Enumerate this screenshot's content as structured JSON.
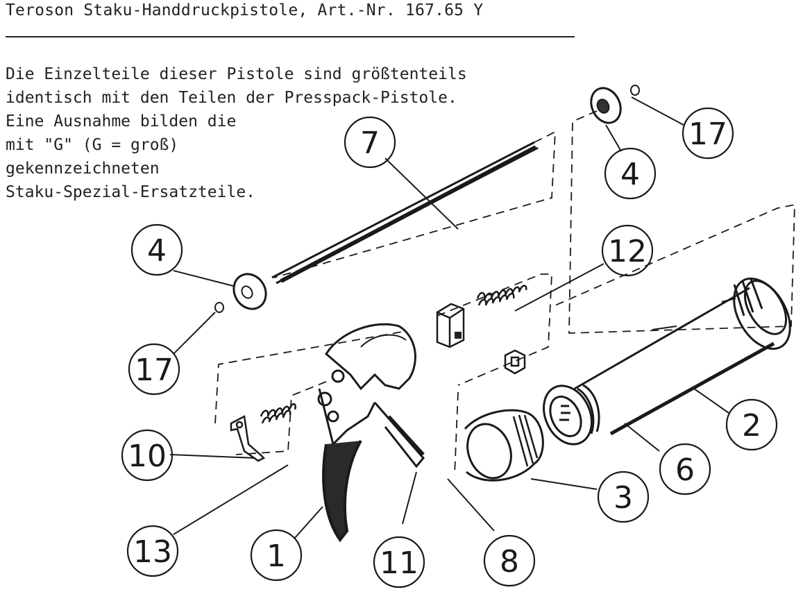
{
  "title": "Teroson Staku-Handdruckpistole, Art.-Nr. 167.65 Y",
  "intro_lines": [
    "Die Einzelteile dieser Pistole sind größtenteils",
    "identisch mit den Teilen der Presspack-Pistole.",
    "Eine Ausnahme bilden die",
    "mit \"G\" (G = groß)",
    "gekennzeichneten",
    "Staku-Spezial-Ersatzteile."
  ],
  "callouts": {
    "c7": "7",
    "c17_top": "17",
    "c4_top": "4",
    "c4_left": "4",
    "c12": "12",
    "c17_left": "17",
    "c10": "10",
    "c2": "2",
    "c6": "6",
    "c3": "3",
    "c13": "13",
    "c1": "1",
    "c11": "11",
    "c8": "8"
  }
}
